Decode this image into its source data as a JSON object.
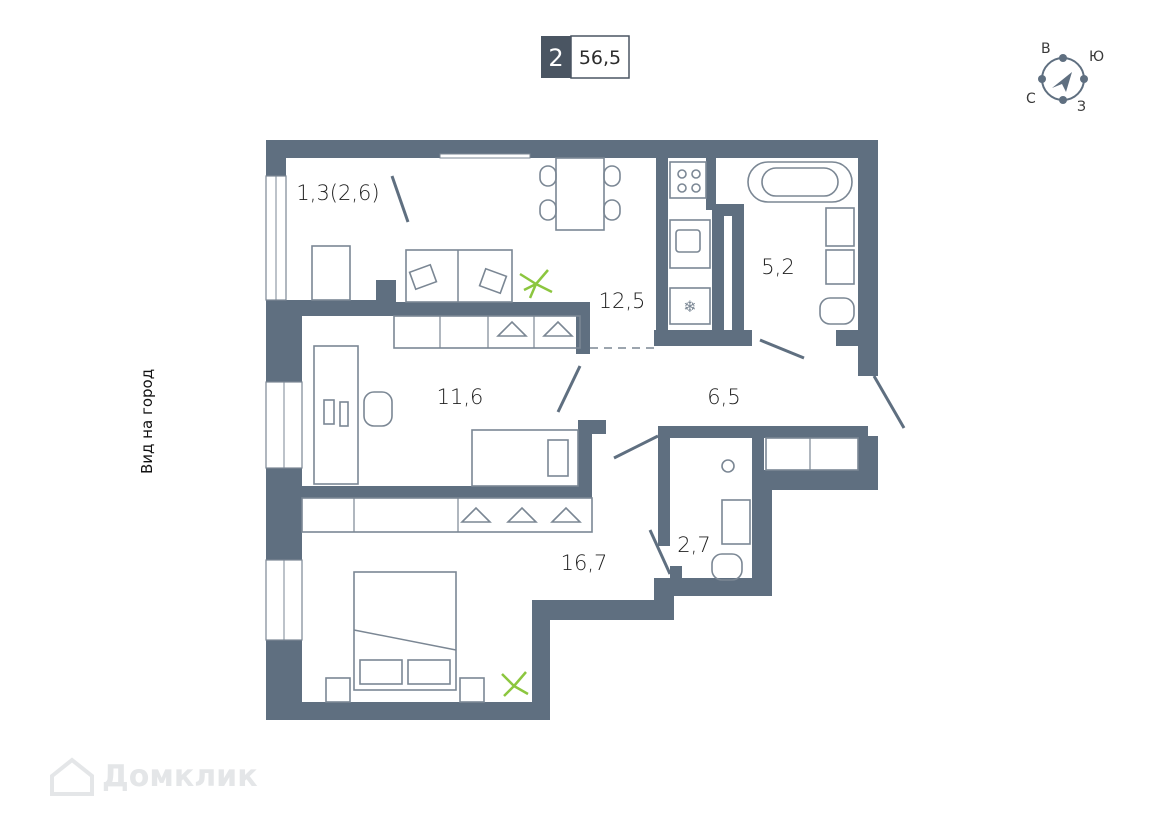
{
  "badge": {
    "rooms": "2",
    "area": "56,5"
  },
  "compass": {
    "north_letter": "В",
    "east_letter": "Ю",
    "west_letter": "С",
    "south_letter": "З"
  },
  "view_label": "Вид на город",
  "rooms": {
    "loggia": "1,3(2,6)",
    "kitchen_living": "12,5",
    "bathroom": "5,2",
    "bedroom_study": "11,6",
    "hall": "6,5",
    "bedroom": "16,7",
    "wc": "2,7"
  },
  "watermark": "Домклик",
  "colors": {
    "wall": "#5f6f80",
    "furniture": "#7b8794",
    "plant": "#8cc63f",
    "badge_dark": "#4a5562"
  }
}
